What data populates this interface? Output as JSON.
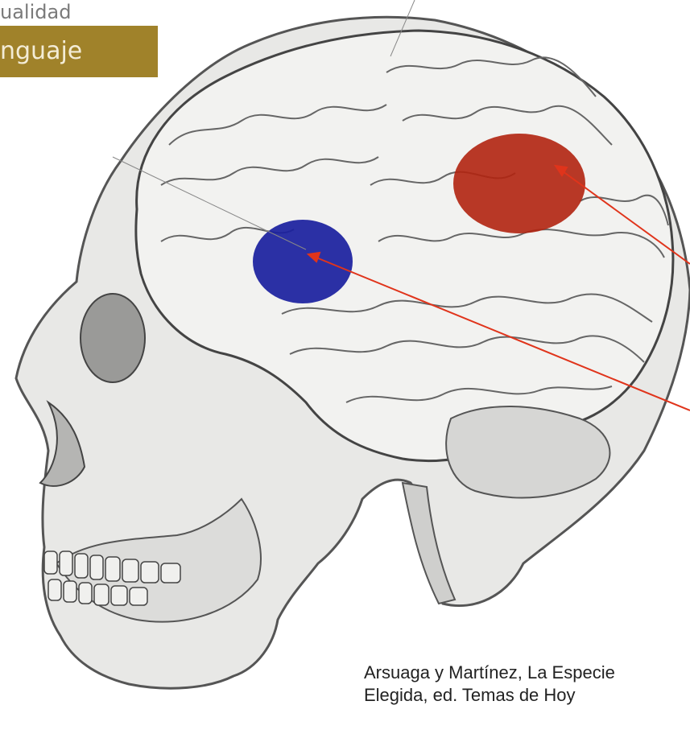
{
  "header": {
    "top_label": "ualidad",
    "title": "nguaje"
  },
  "illustration": {
    "caption_line1": "Arsuaga y Martínez, La Especie",
    "caption_line2": "Elegida, ed. Temas de Hoy",
    "colors": {
      "broca_area": "#1a1f9e",
      "wernicke_area": "#b12410",
      "arrow": "#e0341b",
      "title_bar": "#a0822a"
    }
  }
}
